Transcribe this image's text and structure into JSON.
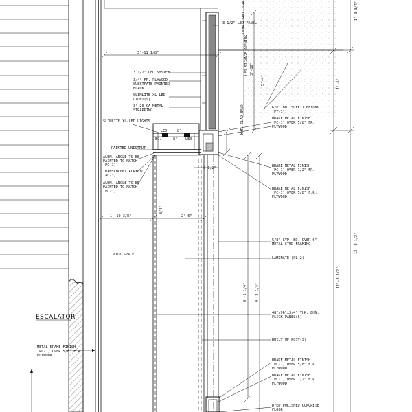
{
  "notes": {
    "wht_cable_band": "WHT. CABLE BAND",
    "led_panel": "3 1/2\" LED PANEL",
    "led_system": "3 1/2\" LED SYSTEM",
    "plywood_black": "3/4\" FR. PLYWOOD SUBSTRATE PAINTED BLACK",
    "slimlite_led_1": "SLIMLITE XL-LED LIGHT(S)",
    "strapping": "3\"-20 GA METAL STRAPPING",
    "slimlite_led_2": "SLIMLITE XL-LED LIGHTS",
    "painted_unistrut": "PAINTED UNISTRUT",
    "alum_angle_1": "ALUM. ANGLE TO BE PAINTED TO MATCH (PC-1)",
    "translucent_acrylic": "TRANSLUCENT ACRYLIC (AC-3)",
    "alum_angle_2": "ALUM. ANGLE TO BE PAINTED TO MATCH (PC-1)",
    "void_space": "VOID SPACE",
    "escalator": "ESCALATOR",
    "metal_brake_left": "METAL BRAKE FINISH (PC-1) OVER 5/8\" F.R. PLYWOOD",
    "led_signage_opening": "LED SIGNAGE OPENING",
    "wht_glad_band": "WHT. GLAD BAND",
    "gyp_soffit": "GYP. BD. SOFFIT BEYOND (PT-1)",
    "brake_metal_1": "BRAKE METAL FINISH (PC-1) OVER 5/8\" FR. PLYWOOD",
    "brake_metal_2": "BRAKE METAL FINISH (PC-1) OVER 1/2\" FR. PLYWOOD",
    "brake_metal_3": "BRAKE METAL FINISH (PC-1) OVER 5/8\" F.R. PLYWOOD",
    "gyp_over_stud": "5/8\" GYP. BD. OVER 6\" METAL STUD FRAMING",
    "laminate": "LAMINATE (PL-2)",
    "flick_panels": "48\"x96\"x3/4\" THK. BHN. FLICK PANEL(S)",
    "built_up_posts": "BUILT UP POST(S)",
    "brake_metal_4": "BRAKE METAL FINISH (PC-1) OVER 5/8\" F.R. PLYWOOD",
    "brake_metal_5": "BRAKE METAL FINISH (PC-1) OVER 1/2\" F.R. PLYWOOD",
    "dyed_concrete": "DYED POLISHED CONCRETE FLOOR"
  },
  "dims": {
    "d_3_11_1_8": "3'-11 1/8\"",
    "d_3_10": "3'-10\"",
    "d_5_4": "5'-4\"",
    "d_1_3_3_4": "1'-3 3/4\"",
    "d_1_6": "1'-6\"",
    "d_8_a": "8\"",
    "d_8_b": "8\"",
    "led": "LED",
    "eq": "EQ.",
    "d_6_1_2": "6 1/2\"",
    "d_1_10_3_8": "1'-10 3/8\"",
    "d_3_4": "3/4\"",
    "d_2_6": "2'-6\"",
    "d_8_1_1_4": "8'-1 1/4\"",
    "d_9_2_1_4": "9'-2 1/4\"",
    "d_12_8_1_2": "12'-8 1/2\"",
    "d_11_8_1_2": "11'-8 1/2\""
  }
}
